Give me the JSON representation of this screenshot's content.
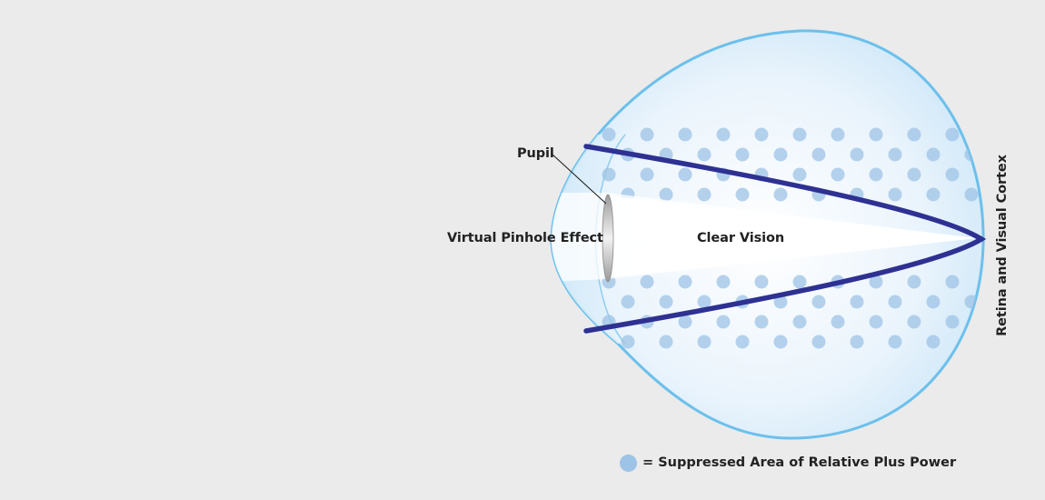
{
  "labels": {
    "pupil": "Pupil",
    "pinhole": "Virtual Pinhole Effect",
    "clear_vision": "Clear Vision",
    "retina": "Retina and Visual Cortex"
  },
  "legend": {
    "text": "= Suppressed Area of Relative Plus Power"
  },
  "colors": {
    "background": "#ebebeb",
    "eye_outline": "#6cc0ec",
    "vision_curve": "#2e3192",
    "dots": "#9dc3e6"
  }
}
